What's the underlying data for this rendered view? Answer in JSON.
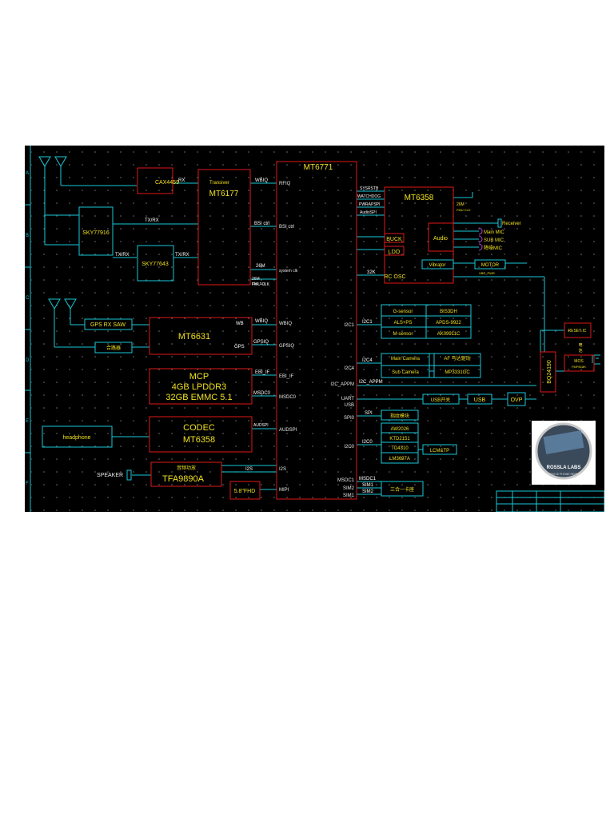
{
  "colors": {
    "background": "#000000",
    "wire": "#18c8d8",
    "block_border": "#e01818",
    "block_label": "#f0e020",
    "pin_label": "#e8e8e8",
    "port_label": "#ffffff",
    "border_grid": "#18c8d8",
    "dot_grid": "#707070",
    "mic_icon": "#b040d0"
  },
  "border_rows": [
    "A",
    "B",
    "C",
    "D",
    "E",
    "F"
  ],
  "blocks": {
    "cax": "CAX4459",
    "transceiver_title": "Transiver",
    "transceiver": "MT6177",
    "sky77916": "SKY77916",
    "sky77643": "SKY77643",
    "mt6771": "MT6771",
    "mt6631": "MT6631",
    "gps_saw": "GPS RX SAW",
    "combiner": "合路器",
    "mcp_1": "MCP",
    "mcp_2": "4GB LPDDR3",
    "mcp_3": "32GB EMMC 5.1",
    "codec_1": "CODEC",
    "codec_2": "MT6358",
    "headphone": "headphone",
    "amp_cn": "音频功放",
    "amp": "TFA9890A",
    "display": "5.8\"FHD",
    "pmic": "MT6358",
    "buck": "BUCK",
    "ldo": "LDO",
    "audio": "Audio",
    "rc_osc": "RC OSC",
    "vibrator": "Vibrator",
    "motor": "MOTOR",
    "vbr_pwr": "VBR_PWR",
    "receiver": "Receiver",
    "main_mic": "Main MIC",
    "sub_mic": "SUB MIC",
    "third_mic": "降噪MIC",
    "clk_26m": "26M",
    "fmu_clk": "FMU CLK",
    "g_sensor": "G-sensor",
    "g_sensor_part": "BIS3DH",
    "als_ps": "ALS+PS",
    "als_ps_part": "APDS-9922",
    "m_sensor": "M-sensor",
    "m_sensor_part": "AK09911C",
    "main_camera": "Main Camera",
    "af_motor": "AF 马达驱动",
    "sub_camera": "Sub Camera",
    "af_part": "MP3331GC",
    "usb_switch": "USB开关",
    "usb": "USB",
    "ovp": "OVP",
    "charger": "BQ24190",
    "reset_ic": "RESET IC",
    "battery_1": "电",
    "battery_2": "池",
    "mos": "MOS",
    "mos_part": "FMP818K",
    "fingerprint": "指纹模块",
    "touch_1": "AW2026",
    "touch_2": "KTD2151",
    "touch_3": "TD4310",
    "touch_4": "LM3697A",
    "lcm_tp": "LCM&TP",
    "sim_combo": "三合一卡座"
  },
  "labels": {
    "rx": "RX",
    "txrx_1": "TX/RX",
    "txrx_2": "TX/RX",
    "txrx_3": "TX/RX",
    "wbiq_1": "WBIQ",
    "bsi_ctrl": "BSI ctrl",
    "wb": "WB",
    "gps": "GPS",
    "wbiq_2": "WBIQ",
    "gpsiq": "GPSIQ",
    "ebi_if": "EBI_IF",
    "msdc0": "MSDC0",
    "audspi": "AUDSPI",
    "i2s": "I2S",
    "sysrstb": "SYSRSTB",
    "watchdog": "WATCHDOG",
    "pwrapspi": "PWRAPSPI",
    "audiospi": "AudioSPI",
    "k32": "32K",
    "i2c1": "I2C1",
    "i2c4": "I2C4",
    "i2c_appm": "I2C_APPM",
    "i2c0": "I2C0",
    "msdc1": "MSDC1",
    "sim1": "SIM1",
    "sim2": "SIM2",
    "spi": "SPI",
    "clk_26m_2": "26M",
    "fmu_clk_2": "FMU CLK"
  },
  "pins": {
    "rfiq": "RFIQ",
    "bsi_ctrl": "BSI ctrl",
    "clk_26m": "26M",
    "fmu_clk": "FMU CLK",
    "system_clk": "system clk",
    "wbiq": "WBIQ",
    "gpsiq": "GPSIQ",
    "ebi_if": "EBI_IF",
    "msdc0": "MSDC0",
    "audspi": "AUDSPI",
    "i2s": "I2S",
    "mipi": "MIPI",
    "i2c1": "I2C1",
    "i2c4": "I2C4",
    "i2c_appm": "I2C_APPM",
    "uart": "UART",
    "usb": "USB",
    "spi0": "SPI0",
    "i2c0": "I2C0",
    "msdc1": "MSDC1",
    "sim2": "SIM2",
    "sim1": "SIM1",
    "speaker": "SPEAKER"
  },
  "logo": {
    "line1": "ROSSLA LABS",
    "line2": "SERVICE PHONE REPAIR"
  }
}
